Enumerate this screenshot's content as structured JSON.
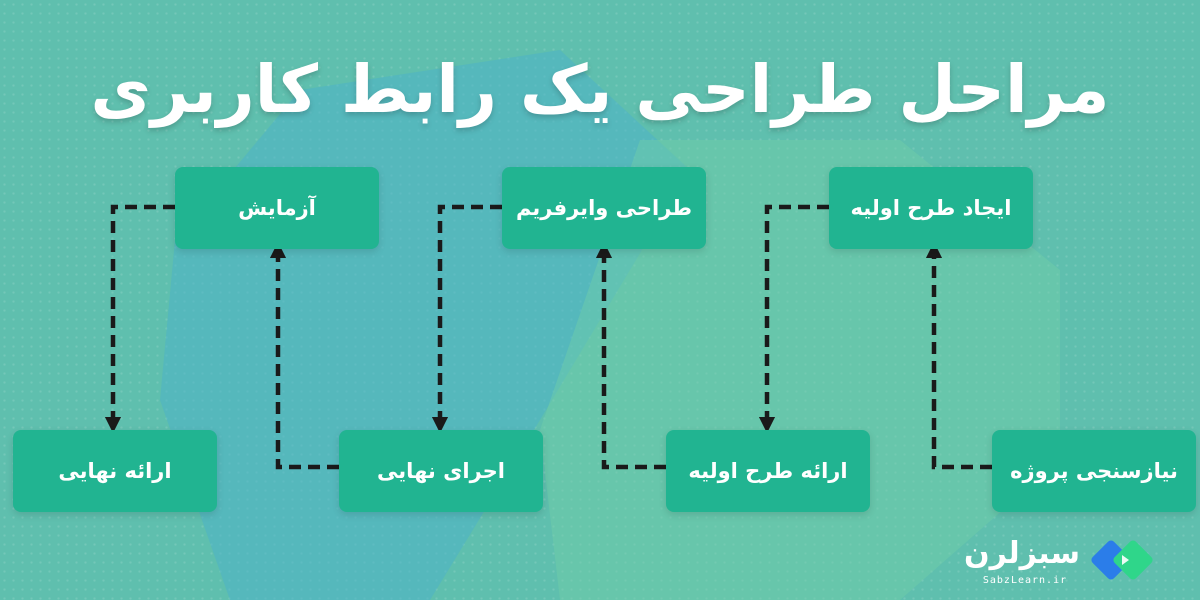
{
  "title": "مراحل طراحی یک رابط کاربری",
  "steps": [
    {
      "id": "s1",
      "label": "نیازسنجی پروژه"
    },
    {
      "id": "s2",
      "label": "ایجاد طرح اولیه"
    },
    {
      "id": "s3",
      "label": "ارائه طرح اولیه"
    },
    {
      "id": "s4",
      "label": "طراحی وایرفریم"
    },
    {
      "id": "s5",
      "label": "اجرای نهایی"
    },
    {
      "id": "s6",
      "label": "آزمایش"
    },
    {
      "id": "s7",
      "label": "ارائه نهایی"
    }
  ],
  "connections": [
    {
      "from": "s1",
      "to": "s2"
    },
    {
      "from": "s2",
      "to": "s3"
    },
    {
      "from": "s3",
      "to": "s4"
    },
    {
      "from": "s4",
      "to": "s5"
    },
    {
      "from": "s5",
      "to": "s6"
    },
    {
      "from": "s6",
      "to": "s7"
    }
  ],
  "brand": {
    "name": "سبزلرن",
    "url": "SabzLearn.ir"
  },
  "colors": {
    "background": "#5fbfae",
    "node_fill": "#21b491",
    "node_text": "#ffffff",
    "connector": "#1a1a1a",
    "title_text": "#ffffff"
  }
}
